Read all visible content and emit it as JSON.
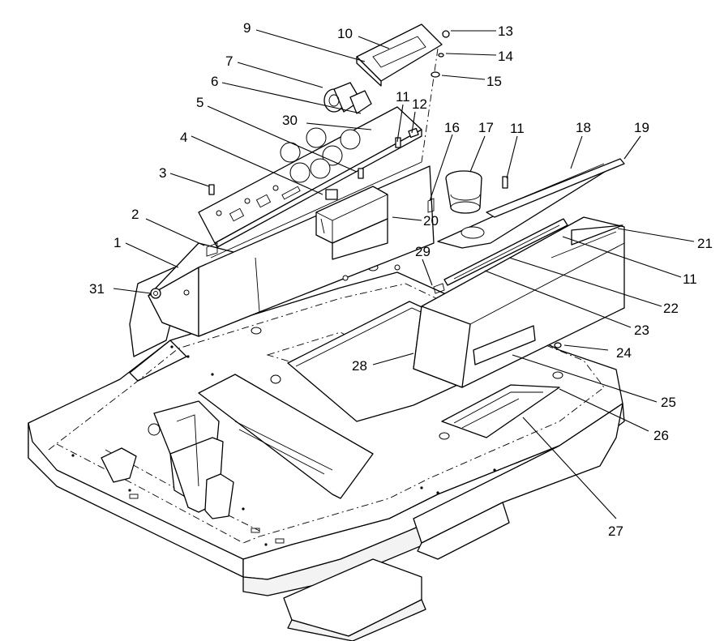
{
  "callouts": [
    {
      "id": "c1",
      "text": "1"
    },
    {
      "id": "c2",
      "text": "2"
    },
    {
      "id": "c3",
      "text": "3"
    },
    {
      "id": "c4",
      "text": "4"
    },
    {
      "id": "c5",
      "text": "5"
    },
    {
      "id": "c6",
      "text": "6"
    },
    {
      "id": "c7",
      "text": "7"
    },
    {
      "id": "c9",
      "text": "9"
    },
    {
      "id": "c10",
      "text": "10"
    },
    {
      "id": "c11a",
      "text": "11"
    },
    {
      "id": "c11b",
      "text": "11"
    },
    {
      "id": "c11c",
      "text": "11"
    },
    {
      "id": "c12",
      "text": "12"
    },
    {
      "id": "c13",
      "text": "13"
    },
    {
      "id": "c14",
      "text": "14"
    },
    {
      "id": "c15",
      "text": "15"
    },
    {
      "id": "c16",
      "text": "16"
    },
    {
      "id": "c17",
      "text": "17"
    },
    {
      "id": "c18",
      "text": "18"
    },
    {
      "id": "c19",
      "text": "19"
    },
    {
      "id": "c20",
      "text": "20"
    },
    {
      "id": "c21",
      "text": "21"
    },
    {
      "id": "c22",
      "text": "22"
    },
    {
      "id": "c23",
      "text": "23"
    },
    {
      "id": "c24",
      "text": "24"
    },
    {
      "id": "c25",
      "text": "25"
    },
    {
      "id": "c26",
      "text": "26"
    },
    {
      "id": "c27",
      "text": "27"
    },
    {
      "id": "c28",
      "text": "28"
    },
    {
      "id": "c29",
      "text": "29"
    },
    {
      "id": "c30",
      "text": "30"
    },
    {
      "id": "c31",
      "text": "31"
    }
  ]
}
